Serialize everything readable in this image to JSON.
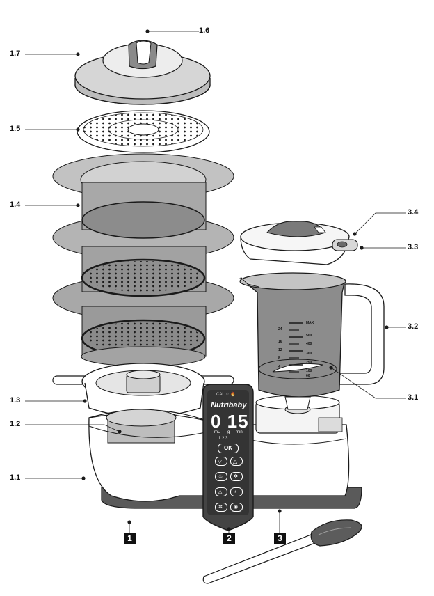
{
  "labels": {
    "p1_6": "1.6",
    "p1_7": "1.7",
    "p1_5": "1.5",
    "p1_4": "1.4",
    "p1_3": "1.3",
    "p1_2": "1.2",
    "p1_1": "1.1",
    "p3_4": "3.4",
    "p3_3": "3.3",
    "p3_2": "3.2",
    "p3_1": "3.1"
  },
  "badges": {
    "b1": "1",
    "b2": "2",
    "b3": "3"
  },
  "panel": {
    "brand": "Nutribaby",
    "status_icons": "CAL ♢ 🔥",
    "display": "0 15",
    "units": [
      "mL",
      "g",
      "min"
    ],
    "steps": "1 2 3",
    "ok": "OK"
  },
  "jug": {
    "scale": [
      "MAX",
      "24",
      "500",
      "16",
      "400",
      "12",
      "300",
      "8",
      "250",
      "4",
      "100",
      "60"
    ]
  },
  "colors": {
    "outline": "#1a1a1a",
    "gray_light": "#c8c8c8",
    "gray_mid": "#9a9a9a",
    "gray_dark": "#6a6a6a",
    "panel_bg": "#3a3a3a",
    "base_dark": "#555555"
  }
}
